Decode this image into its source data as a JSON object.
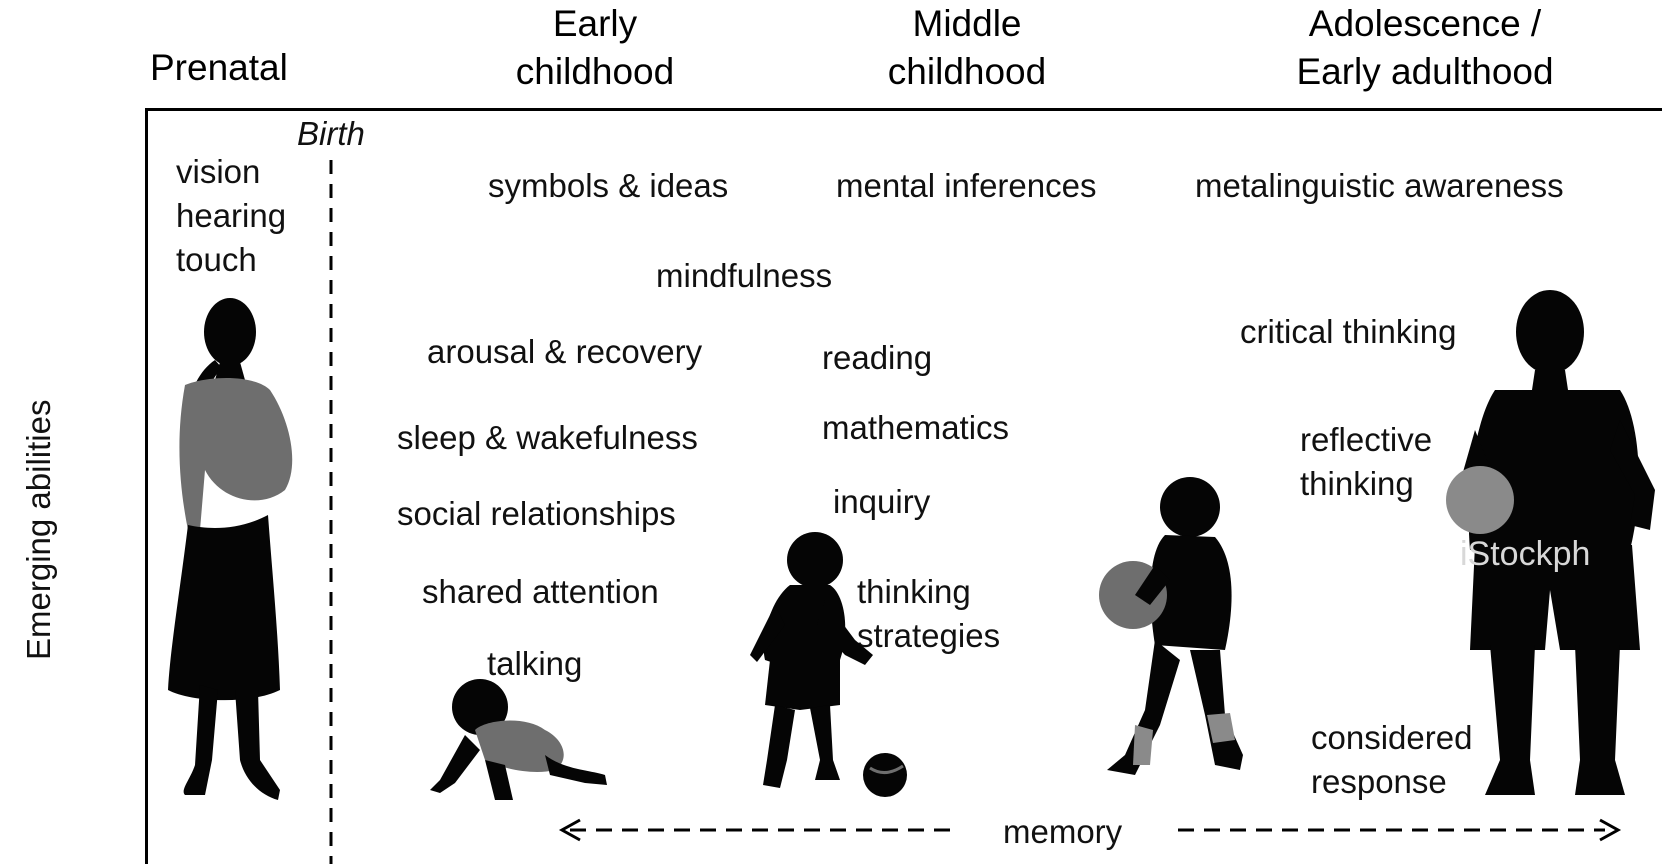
{
  "headers": {
    "prenatal": "Prenatal",
    "early_childhood": [
      "Early",
      "childhood"
    ],
    "middle_childhood": [
      "Middle",
      "childhood"
    ],
    "adolescence": [
      "Adolescence /",
      "Early adulthood"
    ]
  },
  "y_axis_label": "Emerging abilities",
  "birth_label": "Birth",
  "prenatal_abilities": [
    "vision",
    "hearing",
    "touch"
  ],
  "abilities": {
    "symbols_ideas": "symbols & ideas",
    "mental_inferences": "mental inferences",
    "metalinguistic": "metalinguistic awareness",
    "mindfulness": "mindfulness",
    "critical_thinking": "critical thinking",
    "arousal_recovery": "arousal & recovery",
    "reading": "reading",
    "reflective_thinking": [
      "reflective",
      "thinking"
    ],
    "sleep_wakefulness": "sleep & wakefulness",
    "mathematics": "mathematics",
    "inquiry": "inquiry",
    "social_relationships": "social relationships",
    "shared_attention": "shared attention",
    "thinking_strategies": [
      "thinking",
      "strategies"
    ],
    "talking": "talking",
    "considered_response": [
      "considered",
      "response"
    ],
    "memory": "memory"
  },
  "watermark": "iStockph",
  "colors": {
    "silhouette": "#050505",
    "clothing_gray": "#6e6e6e",
    "ball_gray": "#8a8a8a"
  }
}
